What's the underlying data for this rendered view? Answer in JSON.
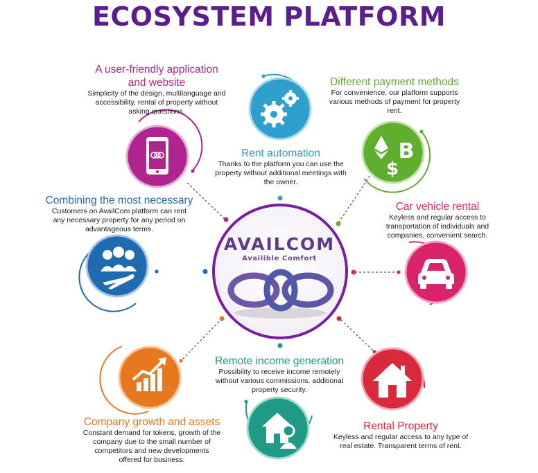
{
  "title": "ECOSYSTEM PLATFORM",
  "hub": {
    "name": "AVAILCOM",
    "tagline": "Availible Comfort"
  },
  "features": {
    "app": {
      "title_line1": "A user-friendly application",
      "title_line2": "and website",
      "desc": [
        "Simplicity of the design, multilanguage and",
        "accessibility, rental of property without",
        "asking questions."
      ],
      "color": "#b0248f",
      "icon": "smartphone-icon"
    },
    "payment": {
      "title": "Different payment methods",
      "desc": [
        "For convenience, our platform supports",
        "various methods of payment for property",
        "rent."
      ],
      "color": "#5fae2e",
      "icon": "crypto-currency-icon"
    },
    "automation": {
      "title": "Rent automation",
      "desc": [
        "Thanks to the platform you can use the",
        "property without additional meetings with",
        "the owner."
      ],
      "color": "#2f9fcd",
      "icon": "gears-icon"
    },
    "combining": {
      "title": "Combining the most necessary",
      "desc": [
        "Customers on AvailCom platform can rent",
        "any necessary property for any period on",
        "advantageous terms."
      ],
      "color": "#1f6bb0",
      "icon": "people-plane-icon"
    },
    "car": {
      "title": "Car vehicle rental",
      "desc": [
        "Keyless and regular access to",
        "transportation of individuals and",
        "companies, convenient search."
      ],
      "color": "#d9246b",
      "icon": "car-icon"
    },
    "remote": {
      "title": "Remote income generation",
      "desc": [
        "Possibility to receive income remotely",
        "without various commissions, additional",
        "property security."
      ],
      "color": "#1f9a86",
      "icon": "house-person-icon"
    },
    "growth": {
      "title": "Company growth and assets",
      "desc": [
        "Constant demand for tokens, growth of the",
        "company due to the small number of",
        "competitors and new developments",
        "offered for business."
      ],
      "color": "#e8781f",
      "icon": "growth-chart-icon"
    },
    "rental": {
      "title": "Rental Property",
      "desc": [
        "Keyless and regular access to any type of",
        "real estate. Transparent terms of rent."
      ],
      "color": "#d82a3c",
      "icon": "house-icon"
    }
  }
}
